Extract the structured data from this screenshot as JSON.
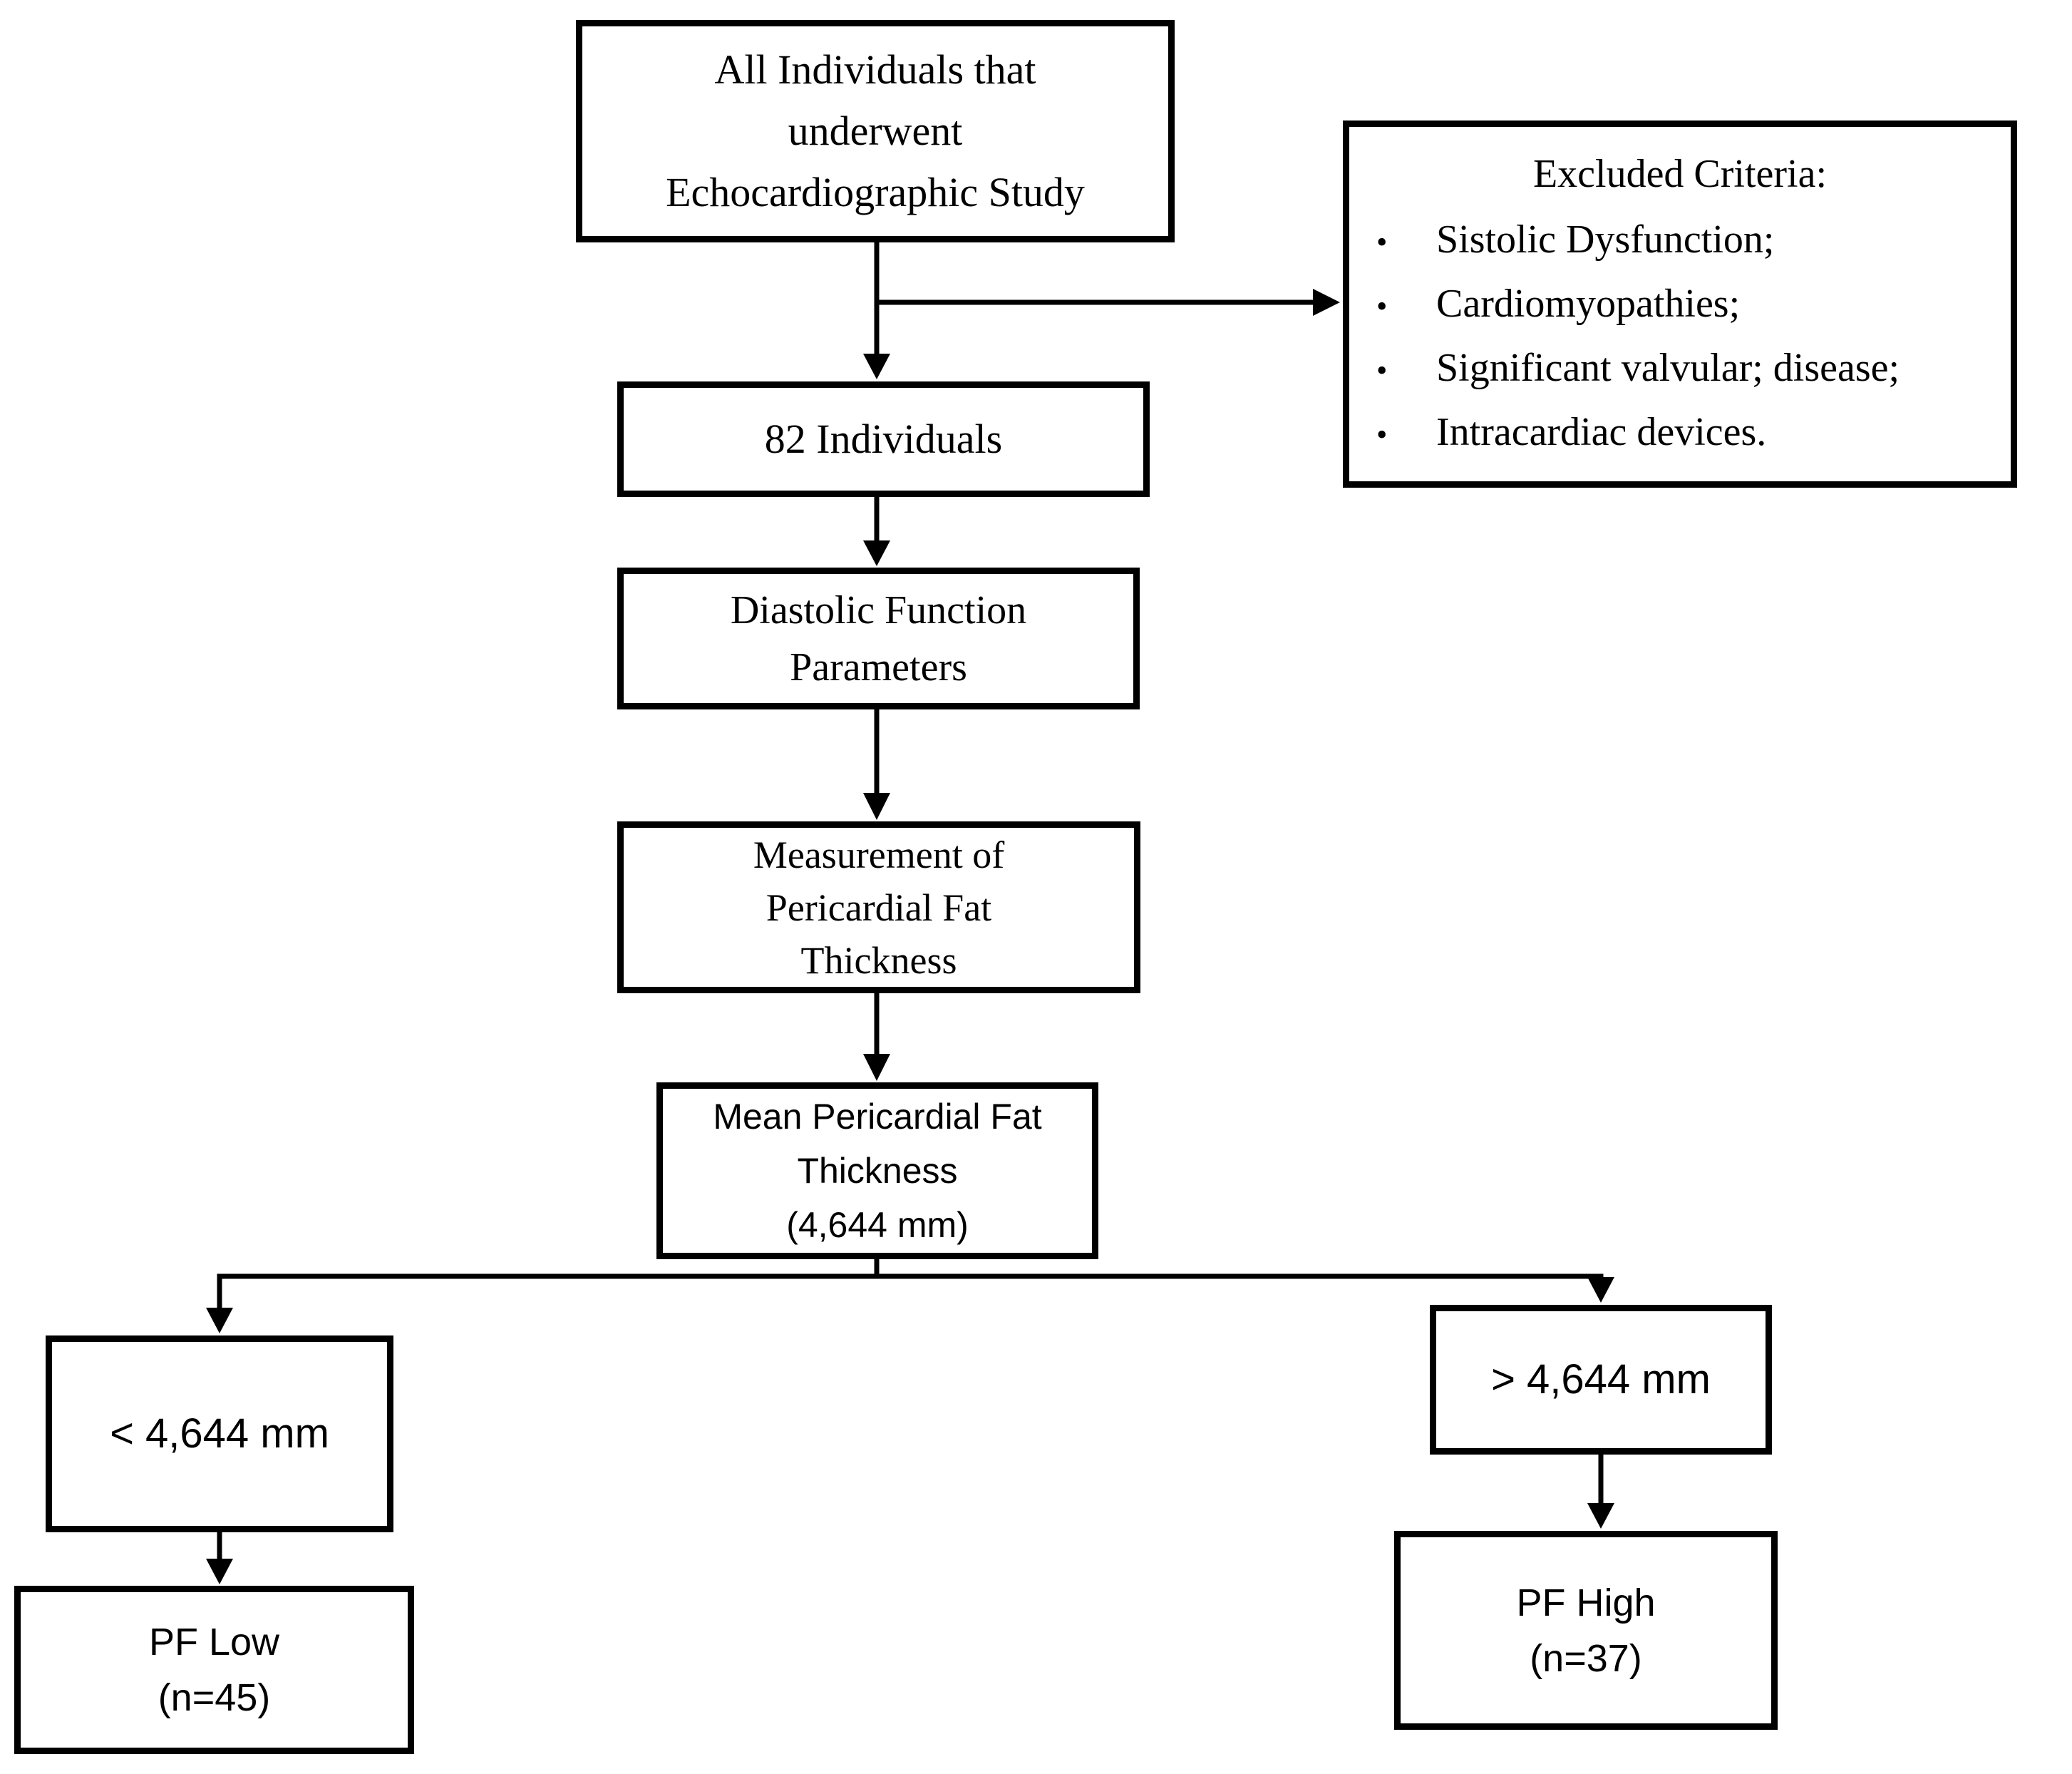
{
  "diagram": {
    "background": "#ffffff",
    "line_color": "#000000",
    "text_color": "#000000",
    "nodes": {
      "top": {
        "lines": [
          "All Individuals that",
          "underwent",
          "Echocardiographic Study"
        ]
      },
      "excluded": {
        "title": "Excluded Criteria:",
        "bullet_glyph": "•",
        "bullets": [
          "Sistolic Dysfunction;",
          "Cardiomyopathies;",
          "Significant valvular; disease;",
          "Intracardiac devices."
        ]
      },
      "individuals": {
        "label": "82 Individuals"
      },
      "diastolic": {
        "lines": [
          "Diastolic Function",
          "Parameters"
        ]
      },
      "measurement": {
        "lines": [
          "Measurement of",
          "Pericardial Fat",
          "Thickness"
        ]
      },
      "mean_pf": {
        "lines": [
          "Mean Pericardial Fat",
          "Thickness",
          "(4,644 mm)"
        ]
      },
      "below_mean": {
        "label": "< 4,644 mm"
      },
      "above_mean": {
        "label": "> 4,644 mm"
      },
      "pf_low": {
        "lines": [
          "PF Low",
          "(n=45)"
        ]
      },
      "pf_high": {
        "lines": [
          "PF High",
          "(n=37)"
        ]
      }
    }
  }
}
